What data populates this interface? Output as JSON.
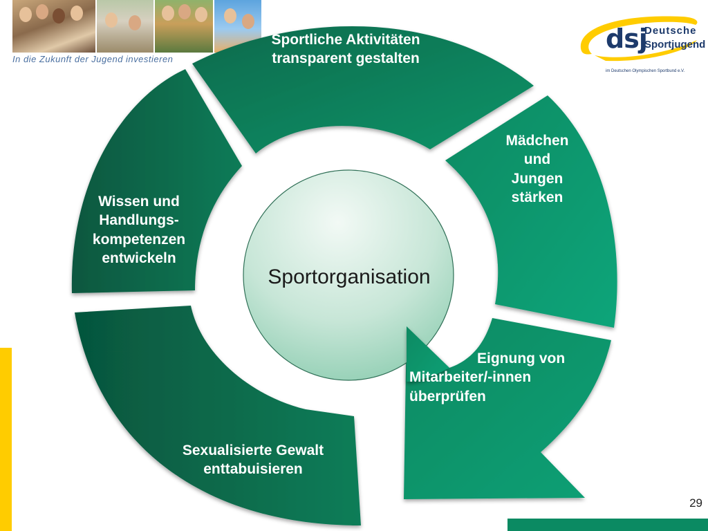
{
  "header": {
    "tagline": "In die Zukunft der Jugend investieren",
    "logo": {
      "mark": "dsj",
      "line1": "Deutsche",
      "line2_a": "Sport",
      "line2_b": "jugend",
      "line3": "im Deutschen Olympischen Sportbund e.V."
    }
  },
  "diagram": {
    "center": "Sportorganisation",
    "segments": {
      "top": "Sportliche Aktivitäten\ntransparent gestalten",
      "right": "Mädchen\nund\nJungen\nstärken",
      "arrow": "Eignung von\nMitarbeiter/-innen\nüberprüfen",
      "bottom": "Sexualisierte Gewalt\nenttabuisieren",
      "left": "Wissen und\nHandlungs-\nkompetenzen\nentwickeln"
    }
  },
  "colors": {
    "dark_green": "#075e44",
    "mid_green": "#0a7f5a",
    "light_green": "#0d9a70",
    "center_fill_top": "#eef7f2",
    "center_fill_bottom": "#8fcfb2",
    "yellow_accent": "#ffcc00"
  },
  "page_number": "29"
}
